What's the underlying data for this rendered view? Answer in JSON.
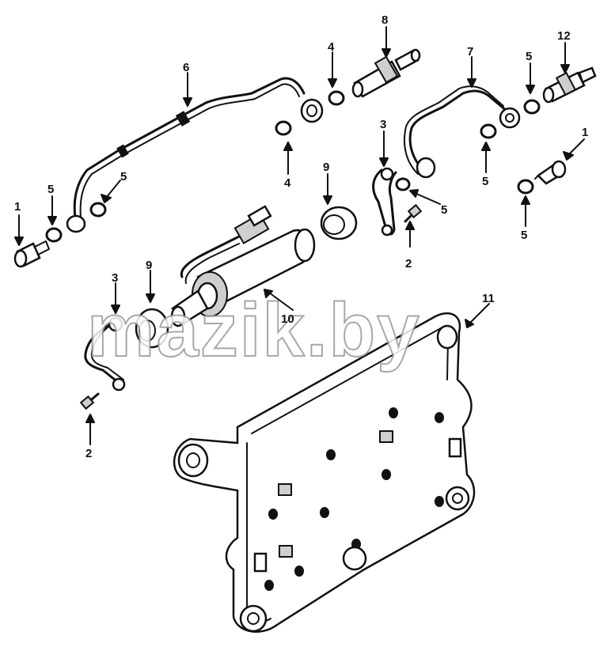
{
  "diagram": {
    "callouts": [
      {
        "id": "c1a",
        "label": "1"
      },
      {
        "id": "c1b",
        "label": "1"
      },
      {
        "id": "c2a",
        "label": "2"
      },
      {
        "id": "c2b",
        "label": "2"
      },
      {
        "id": "c3a",
        "label": "3"
      },
      {
        "id": "c3b",
        "label": "3"
      },
      {
        "id": "c4a",
        "label": "4"
      },
      {
        "id": "c4b",
        "label": "4"
      },
      {
        "id": "c5a",
        "label": "5"
      },
      {
        "id": "c5b",
        "label": "5"
      },
      {
        "id": "c5c",
        "label": "5"
      },
      {
        "id": "c5d",
        "label": "5"
      },
      {
        "id": "c5e",
        "label": "5"
      },
      {
        "id": "c5f",
        "label": "5"
      },
      {
        "id": "c6",
        "label": "6"
      },
      {
        "id": "c7",
        "label": "7"
      },
      {
        "id": "c8",
        "label": "8"
      },
      {
        "id": "c9a",
        "label": "9"
      },
      {
        "id": "c9b",
        "label": "9"
      },
      {
        "id": "c10",
        "label": "10"
      },
      {
        "id": "c11",
        "label": "11"
      },
      {
        "id": "c12",
        "label": "12"
      }
    ],
    "watermark": "mazik.by"
  }
}
